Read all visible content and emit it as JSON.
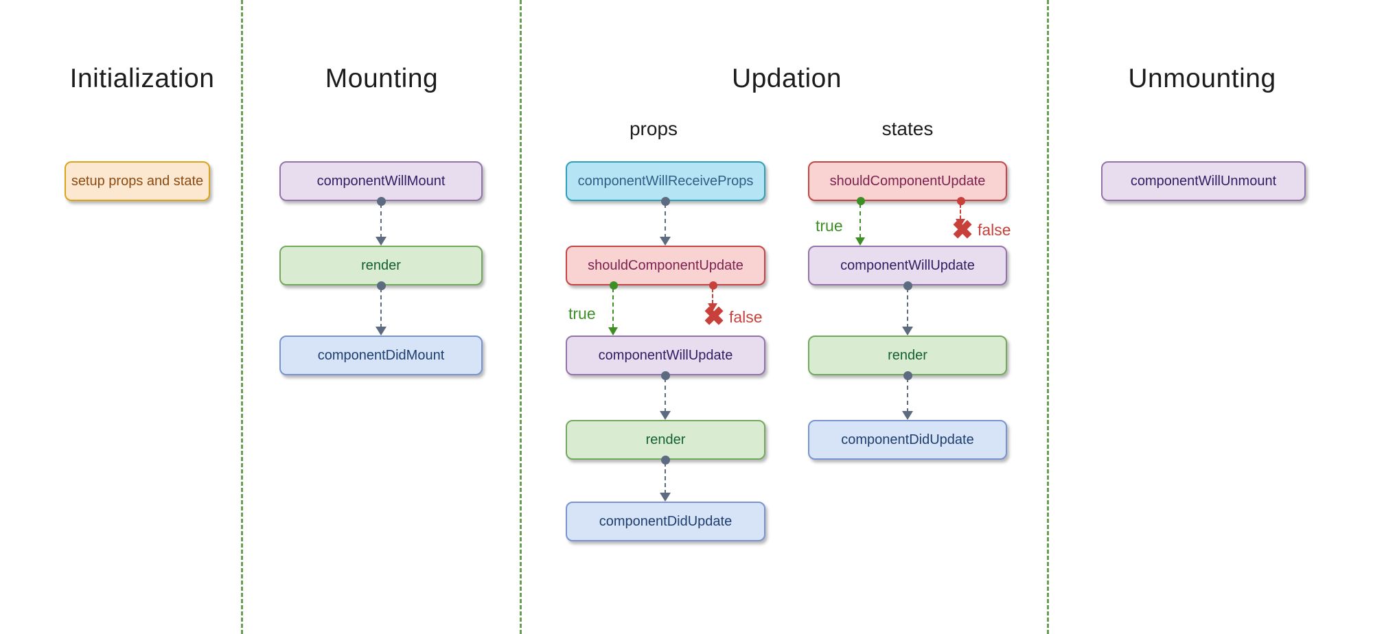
{
  "diagram": {
    "type": "react-component-lifecycle-flowchart",
    "sections": {
      "initialization": {
        "title": "Initialization",
        "steps": {
          "setup": {
            "label": "setup props and state"
          }
        }
      },
      "mounting": {
        "title": "Mounting",
        "steps": {
          "componentWillMount": {
            "label": "componentWillMount"
          },
          "render": {
            "label": "render"
          },
          "componentDidMount": {
            "label": "componentDidMount"
          }
        }
      },
      "updation": {
        "title": "Updation",
        "props": {
          "heading": "props",
          "steps": {
            "componentWillReceiveProps": {
              "label": "componentWillReceiveProps"
            },
            "shouldComponentUpdate": {
              "label": "shouldComponentUpdate"
            },
            "componentWillUpdate": {
              "label": "componentWillUpdate"
            },
            "render": {
              "label": "render"
            },
            "componentDidUpdate": {
              "label": "componentDidUpdate"
            }
          },
          "branch": {
            "true_label": "true",
            "false_label": "false",
            "false_icon": "✖"
          }
        },
        "states": {
          "heading": "states",
          "steps": {
            "shouldComponentUpdate": {
              "label": "shouldComponentUpdate"
            },
            "componentWillUpdate": {
              "label": "componentWillUpdate"
            },
            "render": {
              "label": "render"
            },
            "componentDidUpdate": {
              "label": "componentDidUpdate"
            }
          },
          "branch": {
            "true_label": "true",
            "false_label": "false",
            "false_icon": "✖"
          }
        }
      },
      "unmounting": {
        "title": "Unmounting",
        "steps": {
          "componentWillUnmount": {
            "label": "componentWillUnmount"
          }
        }
      }
    },
    "colors": {
      "divider_green": "#64a050",
      "arrow_gray": "#5c6b80",
      "true_green": "#3e8e26",
      "false_red": "#c8403a",
      "node_orange_bg": "#fce8d1",
      "node_orange_border": "#d9a419",
      "node_orange_text": "#8c4a10",
      "node_purple_bg": "#e7ddee",
      "node_purple_border": "#9372ac",
      "node_purple_text": "#311b62",
      "node_green_bg": "#d9ecd2",
      "node_green_border": "#71a85c",
      "node_green_text": "#135f31",
      "node_blue_bg": "#d7e4f7",
      "node_blue_border": "#7793d1",
      "node_blue_text": "#1d3d6f",
      "node_cyan_bg": "#b5e5f4",
      "node_cyan_border": "#2d9fb5",
      "node_cyan_text": "#2d5e86",
      "node_red_bg": "#f8d3d2",
      "node_red_border": "#c54345",
      "node_red_text": "#7c2150"
    }
  }
}
